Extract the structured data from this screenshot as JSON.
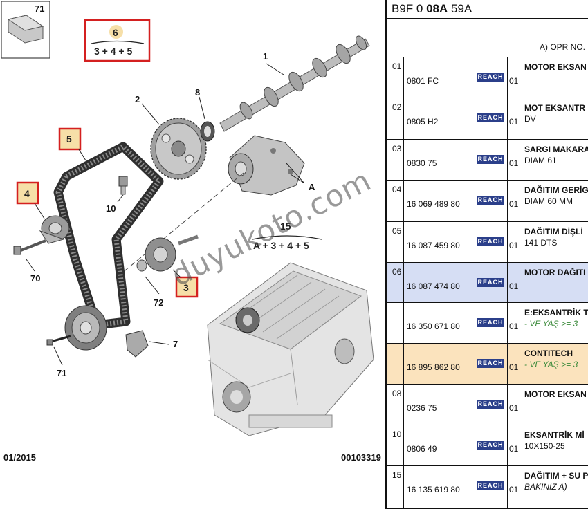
{
  "diagram": {
    "thumb_number": "71",
    "legend_number": "6",
    "legend_formula": "3 + 4 + 5",
    "assembly_number": "15",
    "assembly_formula": "A + 3 + 4 + 5",
    "date": "01/2015",
    "code": "00103319",
    "callouts": [
      "1",
      "2",
      "8",
      "5",
      "4",
      "10",
      "A",
      "70",
      "72",
      "3",
      "7",
      "71"
    ],
    "watermark": "duyukoto.com"
  },
  "table": {
    "header_code_prefix": "B9F 0",
    "header_code_bold": "08A",
    "header_code_suffix": "59A",
    "opr_label": "A) OPR NO.",
    "badge_label": "REACH",
    "rows": [
      {
        "no": "01",
        "ref": "0801 FC",
        "qty": "01",
        "desc": "MOTOR EKSAN",
        "sub": "",
        "bg": "#ffffff",
        "subcolor": "normal"
      },
      {
        "no": "02",
        "ref": "0805 H2",
        "qty": "01",
        "desc": "MOT EKSANTR",
        "sub": "DV",
        "bg": "#ffffff",
        "subcolor": "normal"
      },
      {
        "no": "03",
        "ref": "0830 75",
        "qty": "01",
        "desc": "SARGI MAKARA",
        "sub": "DIAM 61",
        "bg": "#ffffff",
        "subcolor": "normal"
      },
      {
        "no": "04",
        "ref": "16 069 489 80",
        "qty": "01",
        "desc": "DAĞITIM GERİG",
        "sub": "DIAM 60 MM",
        "bg": "#ffffff",
        "subcolor": "normal"
      },
      {
        "no": "05",
        "ref": "16 087 459 80",
        "qty": "01",
        "desc": "DAĞITIM DİŞLİ",
        "sub": "141 DTS",
        "bg": "#ffffff",
        "subcolor": "normal"
      },
      {
        "no": "06",
        "ref": "16 087 474 80",
        "qty": "01",
        "desc": "MOTOR DAĞITI",
        "sub": "",
        "bg": "#d6def4",
        "subcolor": "normal"
      },
      {
        "no": "",
        "ref": "16 350 671 80",
        "qty": "01",
        "desc": "E:EKSANTRİK T",
        "sub": "- VE YAŞ >= 3",
        "bg": "#ffffff",
        "subcolor": "green"
      },
      {
        "no": "",
        "ref": "16 895 862 80",
        "qty": "01",
        "desc": "CONTITECH",
        "sub": "- VE YAŞ >= 3",
        "bg": "#fbe3bd",
        "subcolor": "green"
      },
      {
        "no": "08",
        "ref": "0236 75",
        "qty": "01",
        "desc": "MOTOR EKSAN",
        "sub": "",
        "bg": "#ffffff",
        "subcolor": "normal"
      },
      {
        "no": "10",
        "ref": "0806 49",
        "qty": "01",
        "desc": "EKSANTRİK Mİ",
        "sub": "10X150-25",
        "bg": "#ffffff",
        "subcolor": "normal"
      },
      {
        "no": "15",
        "ref": "16 135 619 80",
        "qty": "01",
        "desc": "DAĞITIM + SU P",
        "sub": "BAKINIZ A)",
        "bg": "#ffffff",
        "subcolor": "italic"
      }
    ]
  },
  "colors": {
    "highlight_box": "#d42020",
    "highlight_fill": "#f6dfa8",
    "reach_badge": "#2b3f8a",
    "row6_bg": "#d6def4",
    "contitech_bg": "#fbe3bd",
    "green_text": "#3a8a3a"
  }
}
